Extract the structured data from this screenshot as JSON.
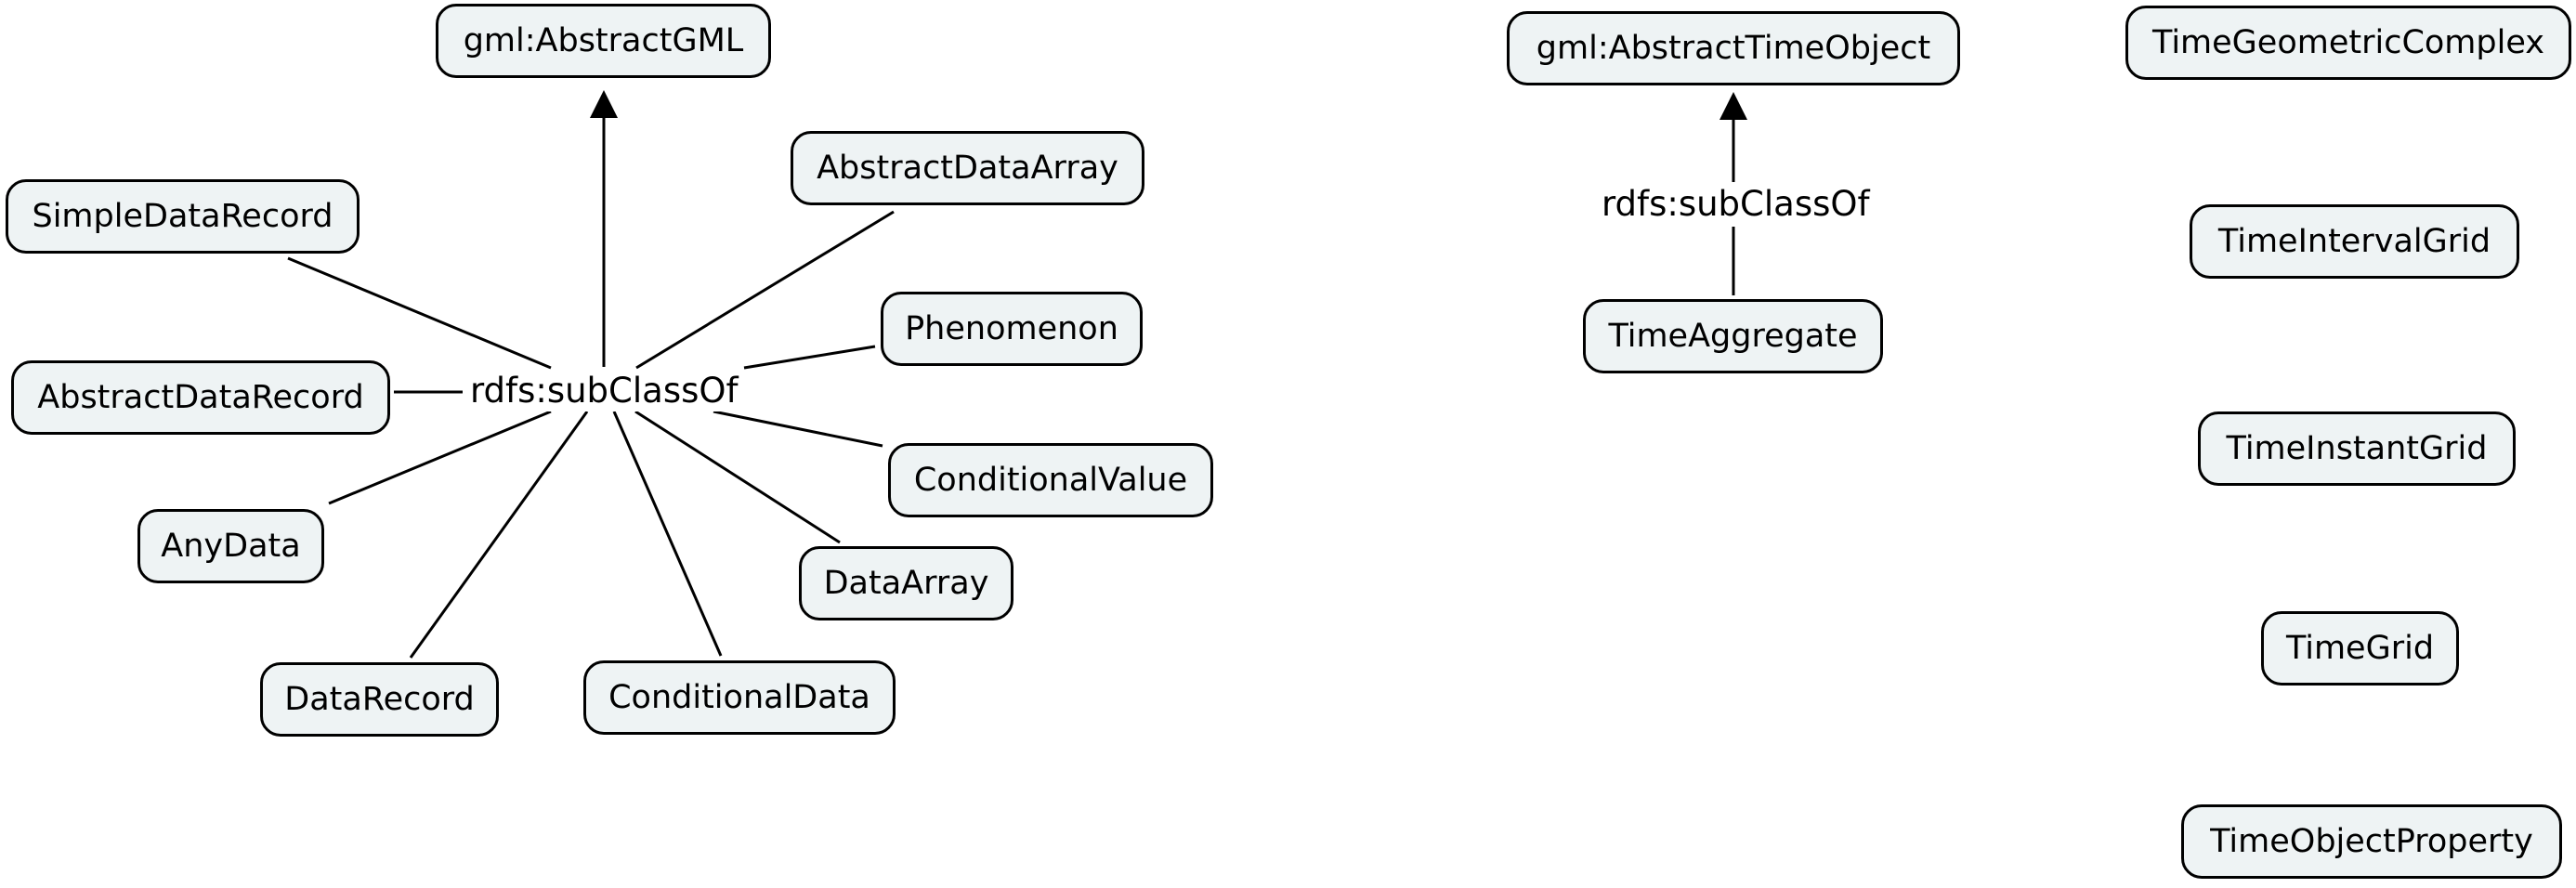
{
  "diagram": {
    "left_group": {
      "connector_label": "rdfs:subClassOf",
      "parent": "gml:AbstractGML",
      "children": [
        "SimpleDataRecord",
        "AbstractDataRecord",
        "AnyData",
        "DataRecord",
        "ConditionalData",
        "DataArray",
        "ConditionalValue",
        "Phenomenon",
        "AbstractDataArray"
      ]
    },
    "middle_group": {
      "connector_label": "rdfs:subClassOf",
      "parent": "gml:AbstractTimeObject",
      "child": "TimeAggregate"
    },
    "right_column": [
      "TimeGeometricComplex",
      "TimeIntervalGrid",
      "TimeInstantGrid",
      "TimeGrid",
      "TimeObjectProperty"
    ],
    "colors": {
      "node_fill": "#eef3f4",
      "node_border": "#000000",
      "line": "#000000"
    }
  }
}
